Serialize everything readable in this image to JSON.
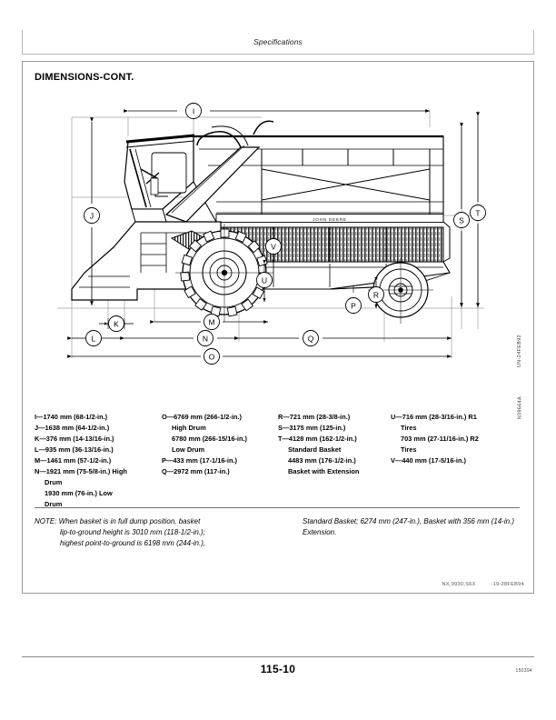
{
  "header": {
    "running_title": "Specifications"
  },
  "section": {
    "title": "DIMENSIONS-CONT."
  },
  "figure": {
    "machine_brand": "JOHN DEERE",
    "image_code": "UN-24FEB92",
    "image_number": "N39664A",
    "callouts": [
      "I",
      "J",
      "K",
      "L",
      "M",
      "N",
      "O",
      "P",
      "Q",
      "R",
      "S",
      "T",
      "U",
      "V"
    ]
  },
  "legend": {
    "columns": [
      {
        "rows": [
          {
            "text": "I—1740 mm (68-1/2-in.)",
            "indent": false
          },
          {
            "text": "J—1638 mm (64-1/2-in.)",
            "indent": false
          },
          {
            "text": "K—376 mm (14-13/16-in.)",
            "indent": false
          },
          {
            "text": "L—935 mm (36-13/16-in.)",
            "indent": false
          },
          {
            "text": "M—1461 mm (57-1/2-in.)",
            "indent": false
          },
          {
            "text": "N—1921 mm (75-5/8-in.) High",
            "indent": false
          },
          {
            "text": "Drum",
            "indent": true
          },
          {
            "text": "1930 mm (76-in.) Low",
            "indent": true
          },
          {
            "text": "Drum",
            "indent": true
          }
        ]
      },
      {
        "rows": [
          {
            "text": "O—6769 mm (266-1/2-in.)",
            "indent": false
          },
          {
            "text": "High Drum",
            "indent": true
          },
          {
            "text": "6780 mm (266-15/16-in.)",
            "indent": true
          },
          {
            "text": "Low Drum",
            "indent": true
          },
          {
            "text": "P—433 mm (17-1/16-in.)",
            "indent": false
          },
          {
            "text": "Q—2972 mm (117-in.)",
            "indent": false
          }
        ]
      },
      {
        "rows": [
          {
            "text": "R—721 mm (28-3/8-in.)",
            "indent": false
          },
          {
            "text": "S—3175 mm (125-in.)",
            "indent": false
          },
          {
            "text": "T—4128 mm (162-1/2-in.)",
            "indent": false
          },
          {
            "text": "Standard Basket",
            "indent": true
          },
          {
            "text": "4483 mm (176-1/2-in.)",
            "indent": true
          },
          {
            "text": "Basket with Extension",
            "indent": true
          }
        ]
      },
      {
        "rows": [
          {
            "text": "U—716 mm (28-3/16-in.) R1",
            "indent": false
          },
          {
            "text": "Tires",
            "indent": true
          },
          {
            "text": "703 mm (27-11/16-in.) R2",
            "indent": true
          },
          {
            "text": "Tires",
            "indent": true
          },
          {
            "text": "V—440 mm (17-5/16-in.)",
            "indent": false
          }
        ]
      }
    ]
  },
  "note": {
    "left_lines": [
      {
        "text": "NOTE: When basket is in full dump position, basket",
        "indent": false
      },
      {
        "text": "lip-to-ground height is 3010 mm (118-1/2-in.);",
        "indent": true
      },
      {
        "text": "highest point-to-ground is 6198 mm (244-in.),",
        "indent": true
      }
    ],
    "right_text": "Standard Basket; 6274 mm (247-in.), Basket with 356 mm (14-in.) Extension."
  },
  "footer": {
    "doc_id": "NX,9930,S6X",
    "doc_rev": "-19-28FEB94",
    "page_number": "115-10",
    "revision_code": "150394"
  }
}
